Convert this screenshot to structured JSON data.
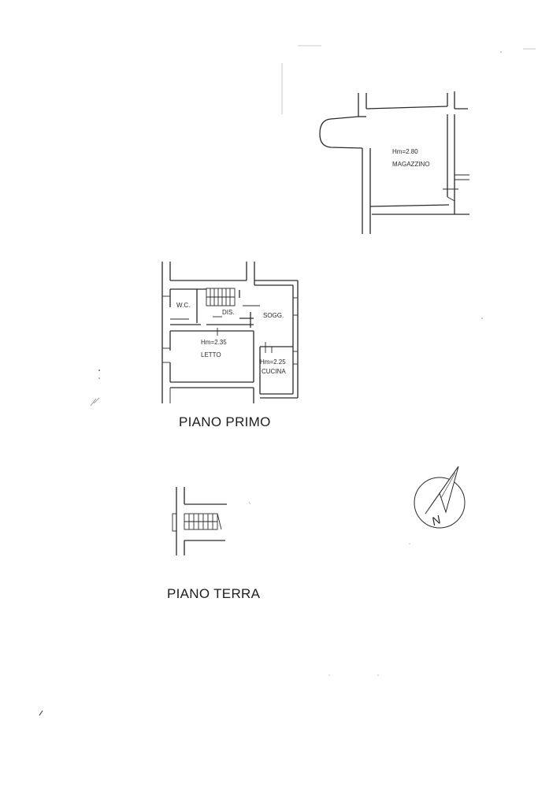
{
  "magazzino": {
    "height_label": "Hm=2.80",
    "room_label": "MAGAZZINO"
  },
  "piano_primo": {
    "title": "PIANO PRIMO",
    "rooms": {
      "wc": "W.C.",
      "dis": "DIS.",
      "sogg": "SOGG.",
      "letto_height": "Hm=2.35",
      "letto": "LETTO",
      "cucina_height": "Hm=2.25",
      "cucina": "CUCINA"
    }
  },
  "piano_terra": {
    "title": "PIANO TERRA"
  },
  "compass": {
    "label": "N"
  }
}
